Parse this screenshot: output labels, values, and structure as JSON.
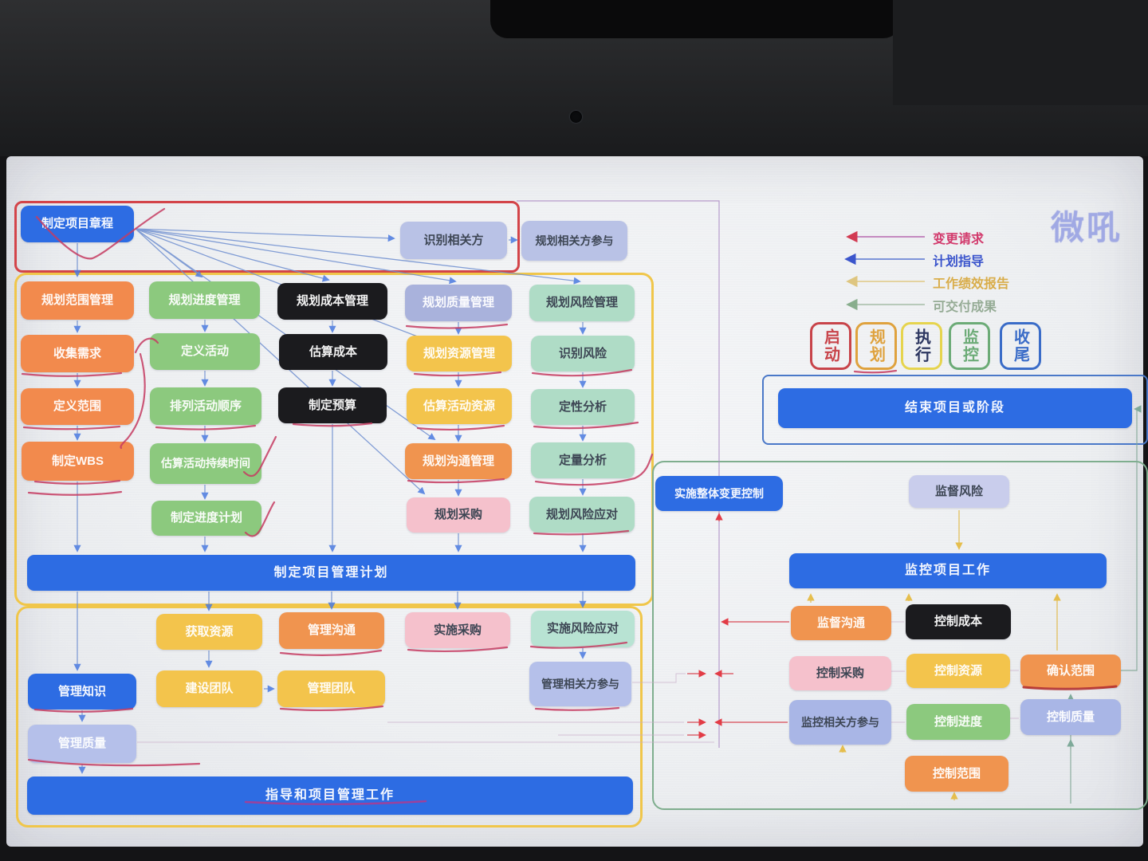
{
  "watermark": "微吼",
  "palette": {
    "blue": "#2d6ce3",
    "orange": "#f28a4d",
    "green": "#8cc97e",
    "black": "#1b1b1e",
    "lav": "#a9b2dc",
    "lav2": "#b9c2e6",
    "yellow": "#f3c44c",
    "orange2": "#f0944f",
    "pink": "#f5c1cc",
    "mint": "#afdcc6",
    "mint2": "#b8e3d3",
    "peri": "#b5c0ea",
    "peri2": "#a9b6e6",
    "pale": "#c9cdec"
  },
  "annotation_color": "#c63c62",
  "nodes": [
    {
      "id": "charter",
      "label": "制定项目章程",
      "bg": "blue",
      "fg": "w"
    },
    {
      "id": "identify_stakeholders",
      "label": "识别相关方",
      "bg": "lav2",
      "fg": "d"
    },
    {
      "id": "plan_stakeholder_engagement",
      "label": "规划相关方参与",
      "bg": "lav2",
      "fg": "d"
    },
    {
      "id": "plan_scope_mgmt",
      "label": "规划范围管理",
      "bg": "orange",
      "fg": "w"
    },
    {
      "id": "collect_requirements",
      "label": "收集需求",
      "bg": "orange",
      "fg": "w"
    },
    {
      "id": "define_scope",
      "label": "定义范围",
      "bg": "orange",
      "fg": "w"
    },
    {
      "id": "create_wbs",
      "label": "制定WBS",
      "bg": "orange",
      "fg": "w"
    },
    {
      "id": "plan_schedule_mgmt",
      "label": "规划进度管理",
      "bg": "green",
      "fg": "w"
    },
    {
      "id": "define_activities",
      "label": "定义活动",
      "bg": "green",
      "fg": "w"
    },
    {
      "id": "sequence_activities",
      "label": "排列活动顺序",
      "bg": "green",
      "fg": "w"
    },
    {
      "id": "estimate_durations",
      "label": "估算活动持续时间",
      "bg": "green",
      "fg": "w"
    },
    {
      "id": "develop_schedule",
      "label": "制定进度计划",
      "bg": "green",
      "fg": "w"
    },
    {
      "id": "plan_cost_mgmt",
      "label": "规划成本管理",
      "bg": "black",
      "fg": "w"
    },
    {
      "id": "estimate_costs",
      "label": "估算成本",
      "bg": "black",
      "fg": "w"
    },
    {
      "id": "determine_budget",
      "label": "制定预算",
      "bg": "black",
      "fg": "w"
    },
    {
      "id": "plan_quality_mgmt",
      "label": "规划质量管理",
      "bg": "lav",
      "fg": "w"
    },
    {
      "id": "plan_resource_mgmt",
      "label": "规划资源管理",
      "bg": "yellow",
      "fg": "w"
    },
    {
      "id": "estimate_activity_resources",
      "label": "估算活动资源",
      "bg": "yellow",
      "fg": "w"
    },
    {
      "id": "plan_communications_mgmt",
      "label": "规划沟通管理",
      "bg": "orange2",
      "fg": "w"
    },
    {
      "id": "plan_procurement",
      "label": "规划采购",
      "bg": "pink",
      "fg": "d"
    },
    {
      "id": "plan_risk_mgmt",
      "label": "规划风险管理",
      "bg": "mint",
      "fg": "d"
    },
    {
      "id": "identify_risks",
      "label": "识别风险",
      "bg": "mint",
      "fg": "d"
    },
    {
      "id": "qualitative_analysis",
      "label": "定性分析",
      "bg": "mint",
      "fg": "d"
    },
    {
      "id": "quantitative_analysis",
      "label": "定量分析",
      "bg": "mint",
      "fg": "d"
    },
    {
      "id": "plan_risk_responses",
      "label": "规划风险应对",
      "bg": "mint",
      "fg": "d"
    },
    {
      "id": "develop_pm_plan",
      "label": "制定项目管理计划",
      "bg": "blue",
      "fg": "w",
      "band": true
    },
    {
      "id": "acquire_resources",
      "label": "获取资源",
      "bg": "yellow",
      "fg": "w"
    },
    {
      "id": "manage_communications",
      "label": "管理沟通",
      "bg": "orange2",
      "fg": "w"
    },
    {
      "id": "conduct_procurements",
      "label": "实施采购",
      "bg": "pink",
      "fg": "d"
    },
    {
      "id": "implement_risk_responses",
      "label": "实施风险应对",
      "bg": "mint2",
      "fg": "d"
    },
    {
      "id": "manage_knowledge",
      "label": "管理知识",
      "bg": "blue",
      "fg": "w"
    },
    {
      "id": "develop_team",
      "label": "建设团队",
      "bg": "yellow",
      "fg": "w"
    },
    {
      "id": "manage_team",
      "label": "管理团队",
      "bg": "yellow",
      "fg": "w"
    },
    {
      "id": "manage_stakeholder_engagement",
      "label": "管理相关方参与",
      "bg": "peri",
      "fg": "d"
    },
    {
      "id": "manage_quality",
      "label": "管理质量",
      "bg": "peri",
      "fg": "w"
    },
    {
      "id": "direct_manage_work",
      "label": "指导和项目管理工作",
      "bg": "blue",
      "fg": "w",
      "band": true
    },
    {
      "id": "close_project",
      "label": "结束项目或阶段",
      "bg": "blue",
      "fg": "w",
      "band": true
    },
    {
      "id": "perform_icc",
      "label": "实施整体变更控制",
      "bg": "blue",
      "fg": "w"
    },
    {
      "id": "monitor_risks",
      "label": "监督风险",
      "bg": "pale",
      "fg": "d"
    },
    {
      "id": "monitor_project_work",
      "label": "监控项目工作",
      "bg": "blue",
      "fg": "w",
      "band": true
    },
    {
      "id": "monitor_communications",
      "label": "监督沟通",
      "bg": "orange2",
      "fg": "w"
    },
    {
      "id": "control_costs",
      "label": "控制成本",
      "bg": "black",
      "fg": "w"
    },
    {
      "id": "control_procurements",
      "label": "控制采购",
      "bg": "pink",
      "fg": "d"
    },
    {
      "id": "control_resources",
      "label": "控制资源",
      "bg": "yellow",
      "fg": "w"
    },
    {
      "id": "validate_scope",
      "label": "确认范围",
      "bg": "orange2",
      "fg": "w"
    },
    {
      "id": "monitor_stakeholder_engagement",
      "label": "监控相关方参与",
      "bg": "peri2",
      "fg": "d"
    },
    {
      "id": "control_schedule",
      "label": "控制进度",
      "bg": "green",
      "fg": "w"
    },
    {
      "id": "control_quality",
      "label": "控制质量",
      "bg": "peri2",
      "fg": "w"
    },
    {
      "id": "control_scope",
      "label": "控制范围",
      "bg": "orange2",
      "fg": "w"
    }
  ],
  "legend": {
    "flows": [
      {
        "id": "change-request",
        "label": "变更请求",
        "color": "#d23a6c"
      },
      {
        "id": "plan-guidance",
        "label": "计划指导",
        "color": "#3b55cc"
      },
      {
        "id": "work-performance-report",
        "label": "工作绩效报告",
        "color": "#d9ad4a"
      },
      {
        "id": "deliverables",
        "label": "可交付成果",
        "color": "#95ab95"
      }
    ],
    "phases": [
      {
        "id": "initiating",
        "label": "启动",
        "color": "#c8444a"
      },
      {
        "id": "planning",
        "label": "规划",
        "color": "#dfa23e"
      },
      {
        "id": "executing",
        "label": "执行",
        "color": "#e6d44e",
        "text": "#2c3660"
      },
      {
        "id": "monitoring",
        "label": "监控",
        "color": "#6cab77"
      },
      {
        "id": "closing",
        "label": "收尾",
        "color": "#3a6cc8"
      }
    ]
  }
}
